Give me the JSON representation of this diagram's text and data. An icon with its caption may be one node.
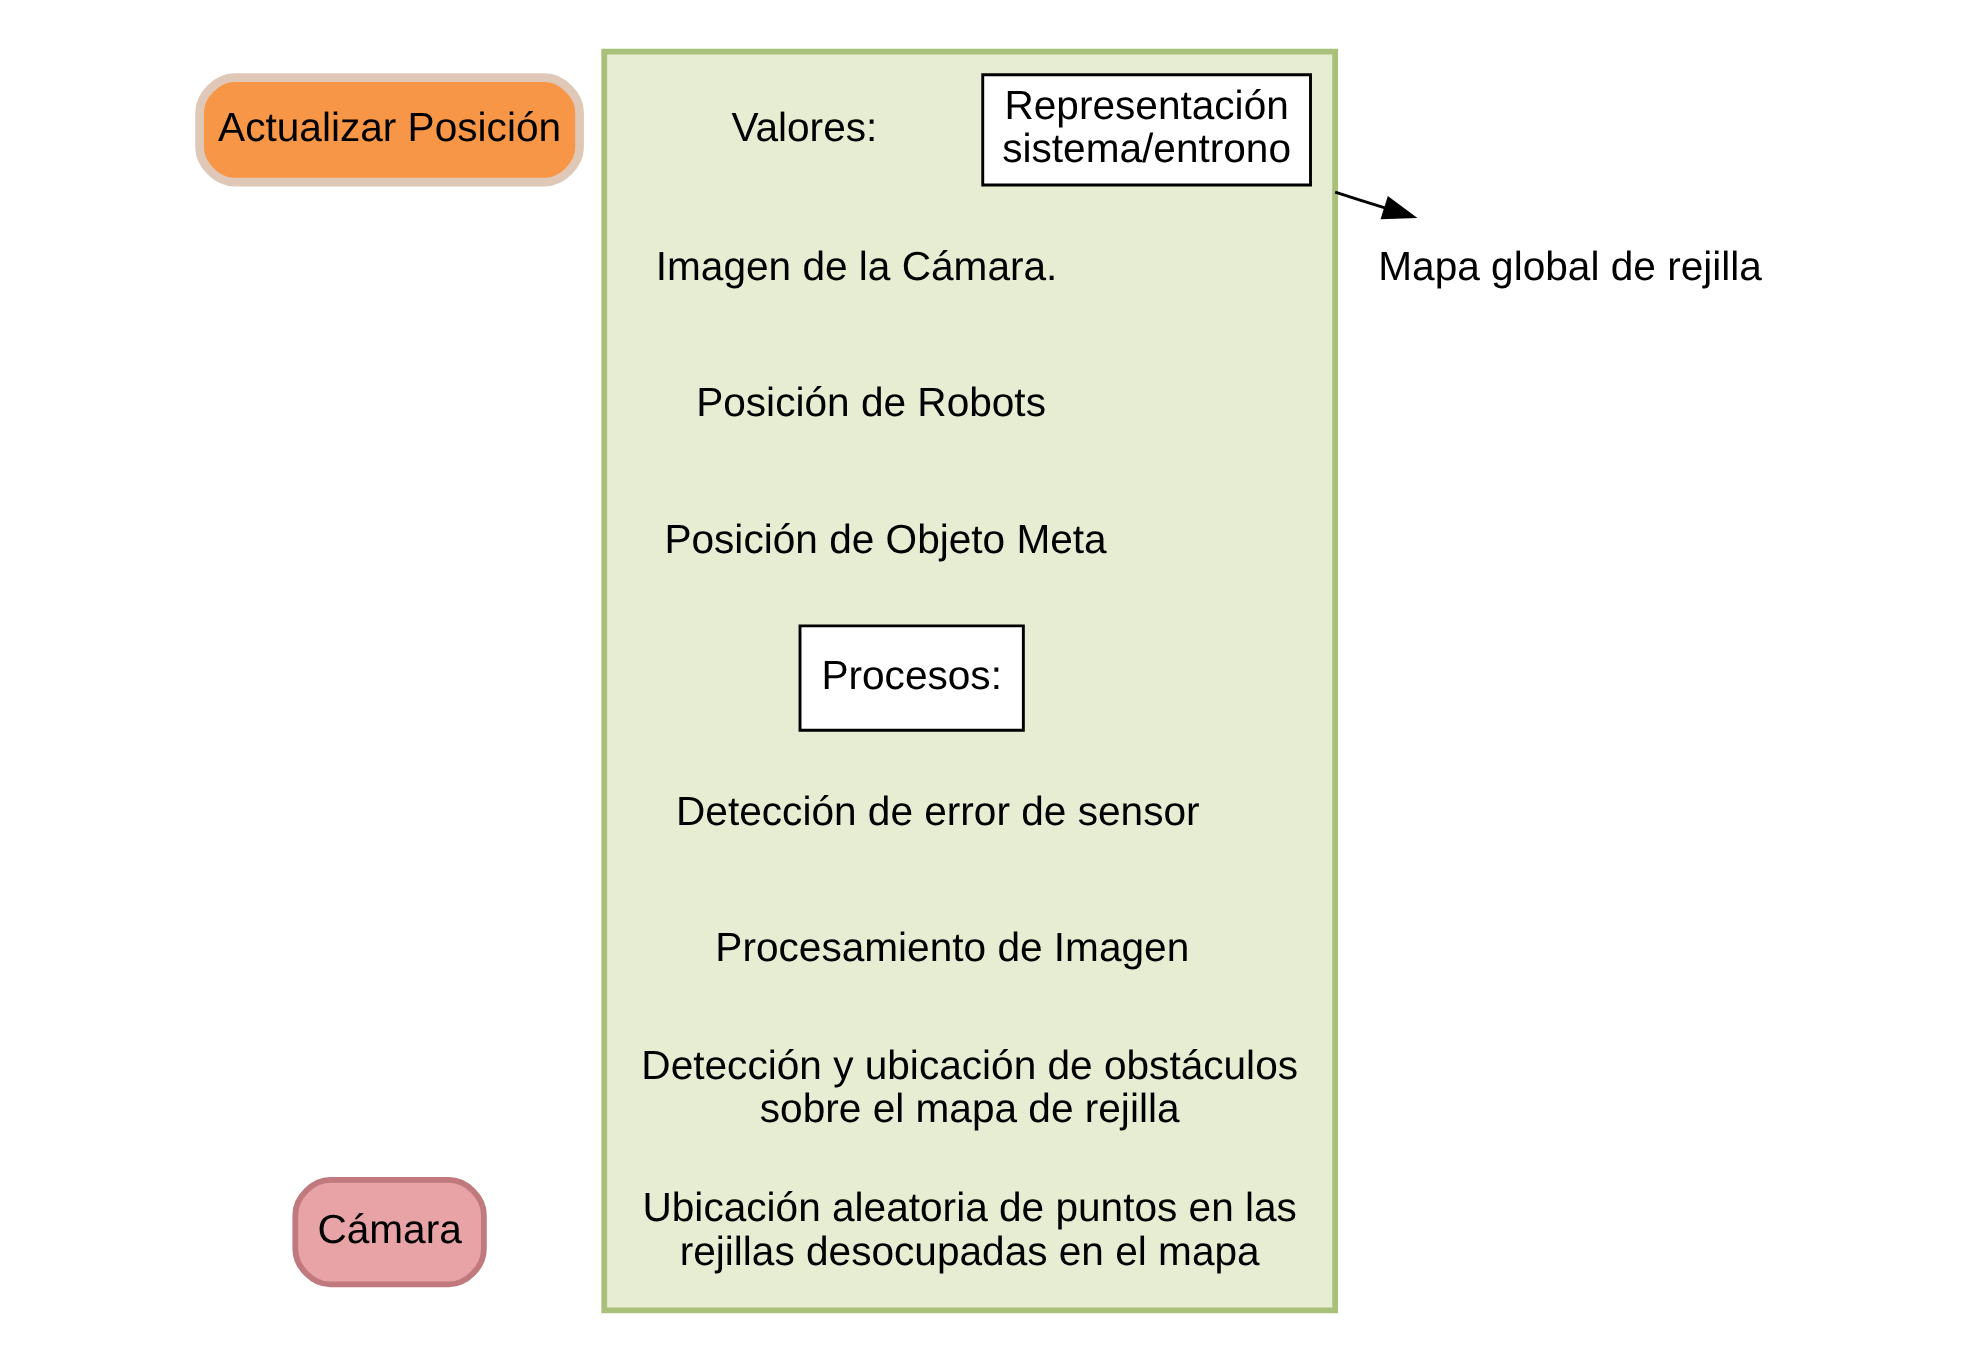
{
  "diagram": {
    "nodes": [
      {
        "text": [],
        "shape": "box"
      },
      {
        "text": [
          "Actualizar Posición"
        ]
      },
      {
        "text": [
          "Representación sistema/entrono"
        ],
        "in": 0
      },
      {
        "text": [
          "Procesos:"
        ],
        "in": 0
      },
      {
        "text": [
          "Mapa global de rejilla"
        ]
      },
      {
        "text": [
          "Cámara"
        ]
      }
    ],
    "edges": [
      {
        "from": 0,
        "to": 4,
        "arrow": "to"
      }
    ],
    "labels": [
      "Valores:",
      "Imagen de la Cámara.",
      "Posición de Robots",
      "Posición de Objeto Meta",
      "Detección de error de sensor",
      "Procesamiento de Imagen",
      "Detección y ubicación de obstáculos sobre el mapa de rejilla",
      "Ubicación aleatoria de puntos en las rejillas desocupadas en el mapa"
    ]
  }
}
